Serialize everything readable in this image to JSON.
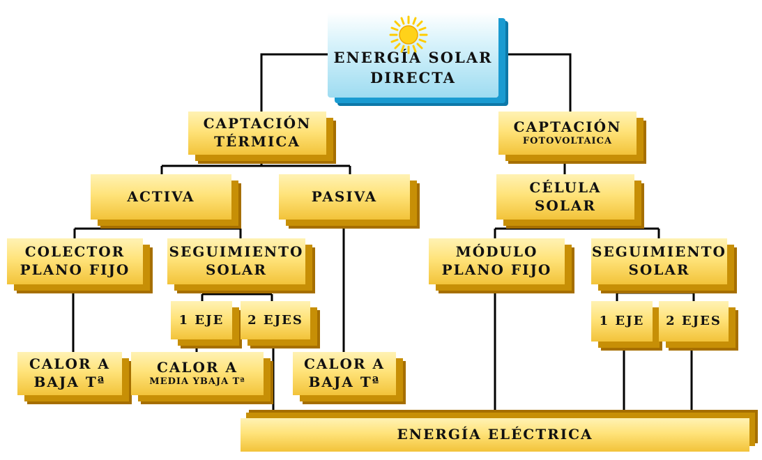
{
  "nodes": {
    "energia_solar_directa": {
      "line1": "ENERGÍA SOLAR",
      "line2": "DIRECTA"
    },
    "captacion_termica": {
      "line1": "CAPTACIÓN",
      "line2": "TÉRMICA"
    },
    "captacion_fotovoltaica": {
      "line1": "CAPTACIÓN",
      "line2": "FOTOVOLTAICA"
    },
    "activa": {
      "label": "ACTIVA"
    },
    "pasiva": {
      "label": "PASIVA"
    },
    "celula_solar": {
      "line1": "CÉLULA",
      "line2": "SOLAR"
    },
    "colector_plano_fijo": {
      "line1": "COLECTOR",
      "line2": "PLANO FIJO"
    },
    "seguimiento_solar_termico": {
      "line1": "SEGUIMIENTO",
      "line2": "SOLAR"
    },
    "modulo_plano_fijo": {
      "line1": "MÓDULO",
      "line2": "PLANO FIJO"
    },
    "seguimiento_solar_fv": {
      "line1": "SEGUIMIENTO",
      "line2": "SOLAR"
    },
    "un_eje_termico": {
      "label": "1 EJE"
    },
    "dos_ejes_termico": {
      "label": "2 EJES"
    },
    "un_eje_fv": {
      "label": "1 EJE"
    },
    "dos_ejes_fv": {
      "label": "2 EJES"
    },
    "calor_baja_1": {
      "line1": "CALOR A",
      "line2": "BAJA Tª"
    },
    "calor_media_baja": {
      "line1": "CALOR A",
      "line2": "MEDIA YBAJA Tª"
    },
    "calor_baja_2": {
      "line1": "CALOR A",
      "line2": "BAJA Tª"
    },
    "energia_electrica": {
      "label": "ENERGÍA ELÉCTRICA"
    }
  },
  "colors": {
    "box_fill": "#ffe37a",
    "box_shadow": "#c78f06",
    "top_fill": "#9edcf1",
    "top_shadow": "#1a9bd1",
    "connector": "#000000",
    "sun": "#ffcc00"
  },
  "icons": {
    "top_icon": "sun-icon"
  }
}
